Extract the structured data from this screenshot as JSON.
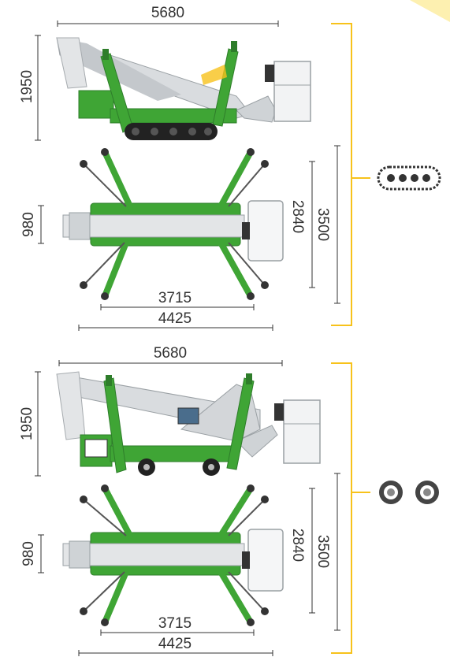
{
  "colors": {
    "machine_green": "#3fa535",
    "machine_green_dark": "#2e7d2a",
    "boom_grey": "#cfd3d6",
    "bracket_yellow": "#f7c21b",
    "dimension_line": "#333333",
    "corner_accent": "#fdf0b0"
  },
  "crawler_version": {
    "side_view": {
      "overall_length": "5680",
      "height": "1950"
    },
    "top_view": {
      "width": "980",
      "outrigger_span_inner": "2840",
      "outrigger_span_outer": "3500",
      "outrigger_base": "3715",
      "outrigger_base_outer": "4425"
    },
    "icon": "crawler-track-icon"
  },
  "wheeled_version": {
    "side_view": {
      "overall_length": "5680",
      "height": "1950"
    },
    "top_view": {
      "width": "980",
      "outrigger_span_inner": "2840",
      "outrigger_span_outer": "3500",
      "outrigger_base": "3715",
      "outrigger_base_outer": "4425"
    },
    "icon": "wheels-icon"
  }
}
